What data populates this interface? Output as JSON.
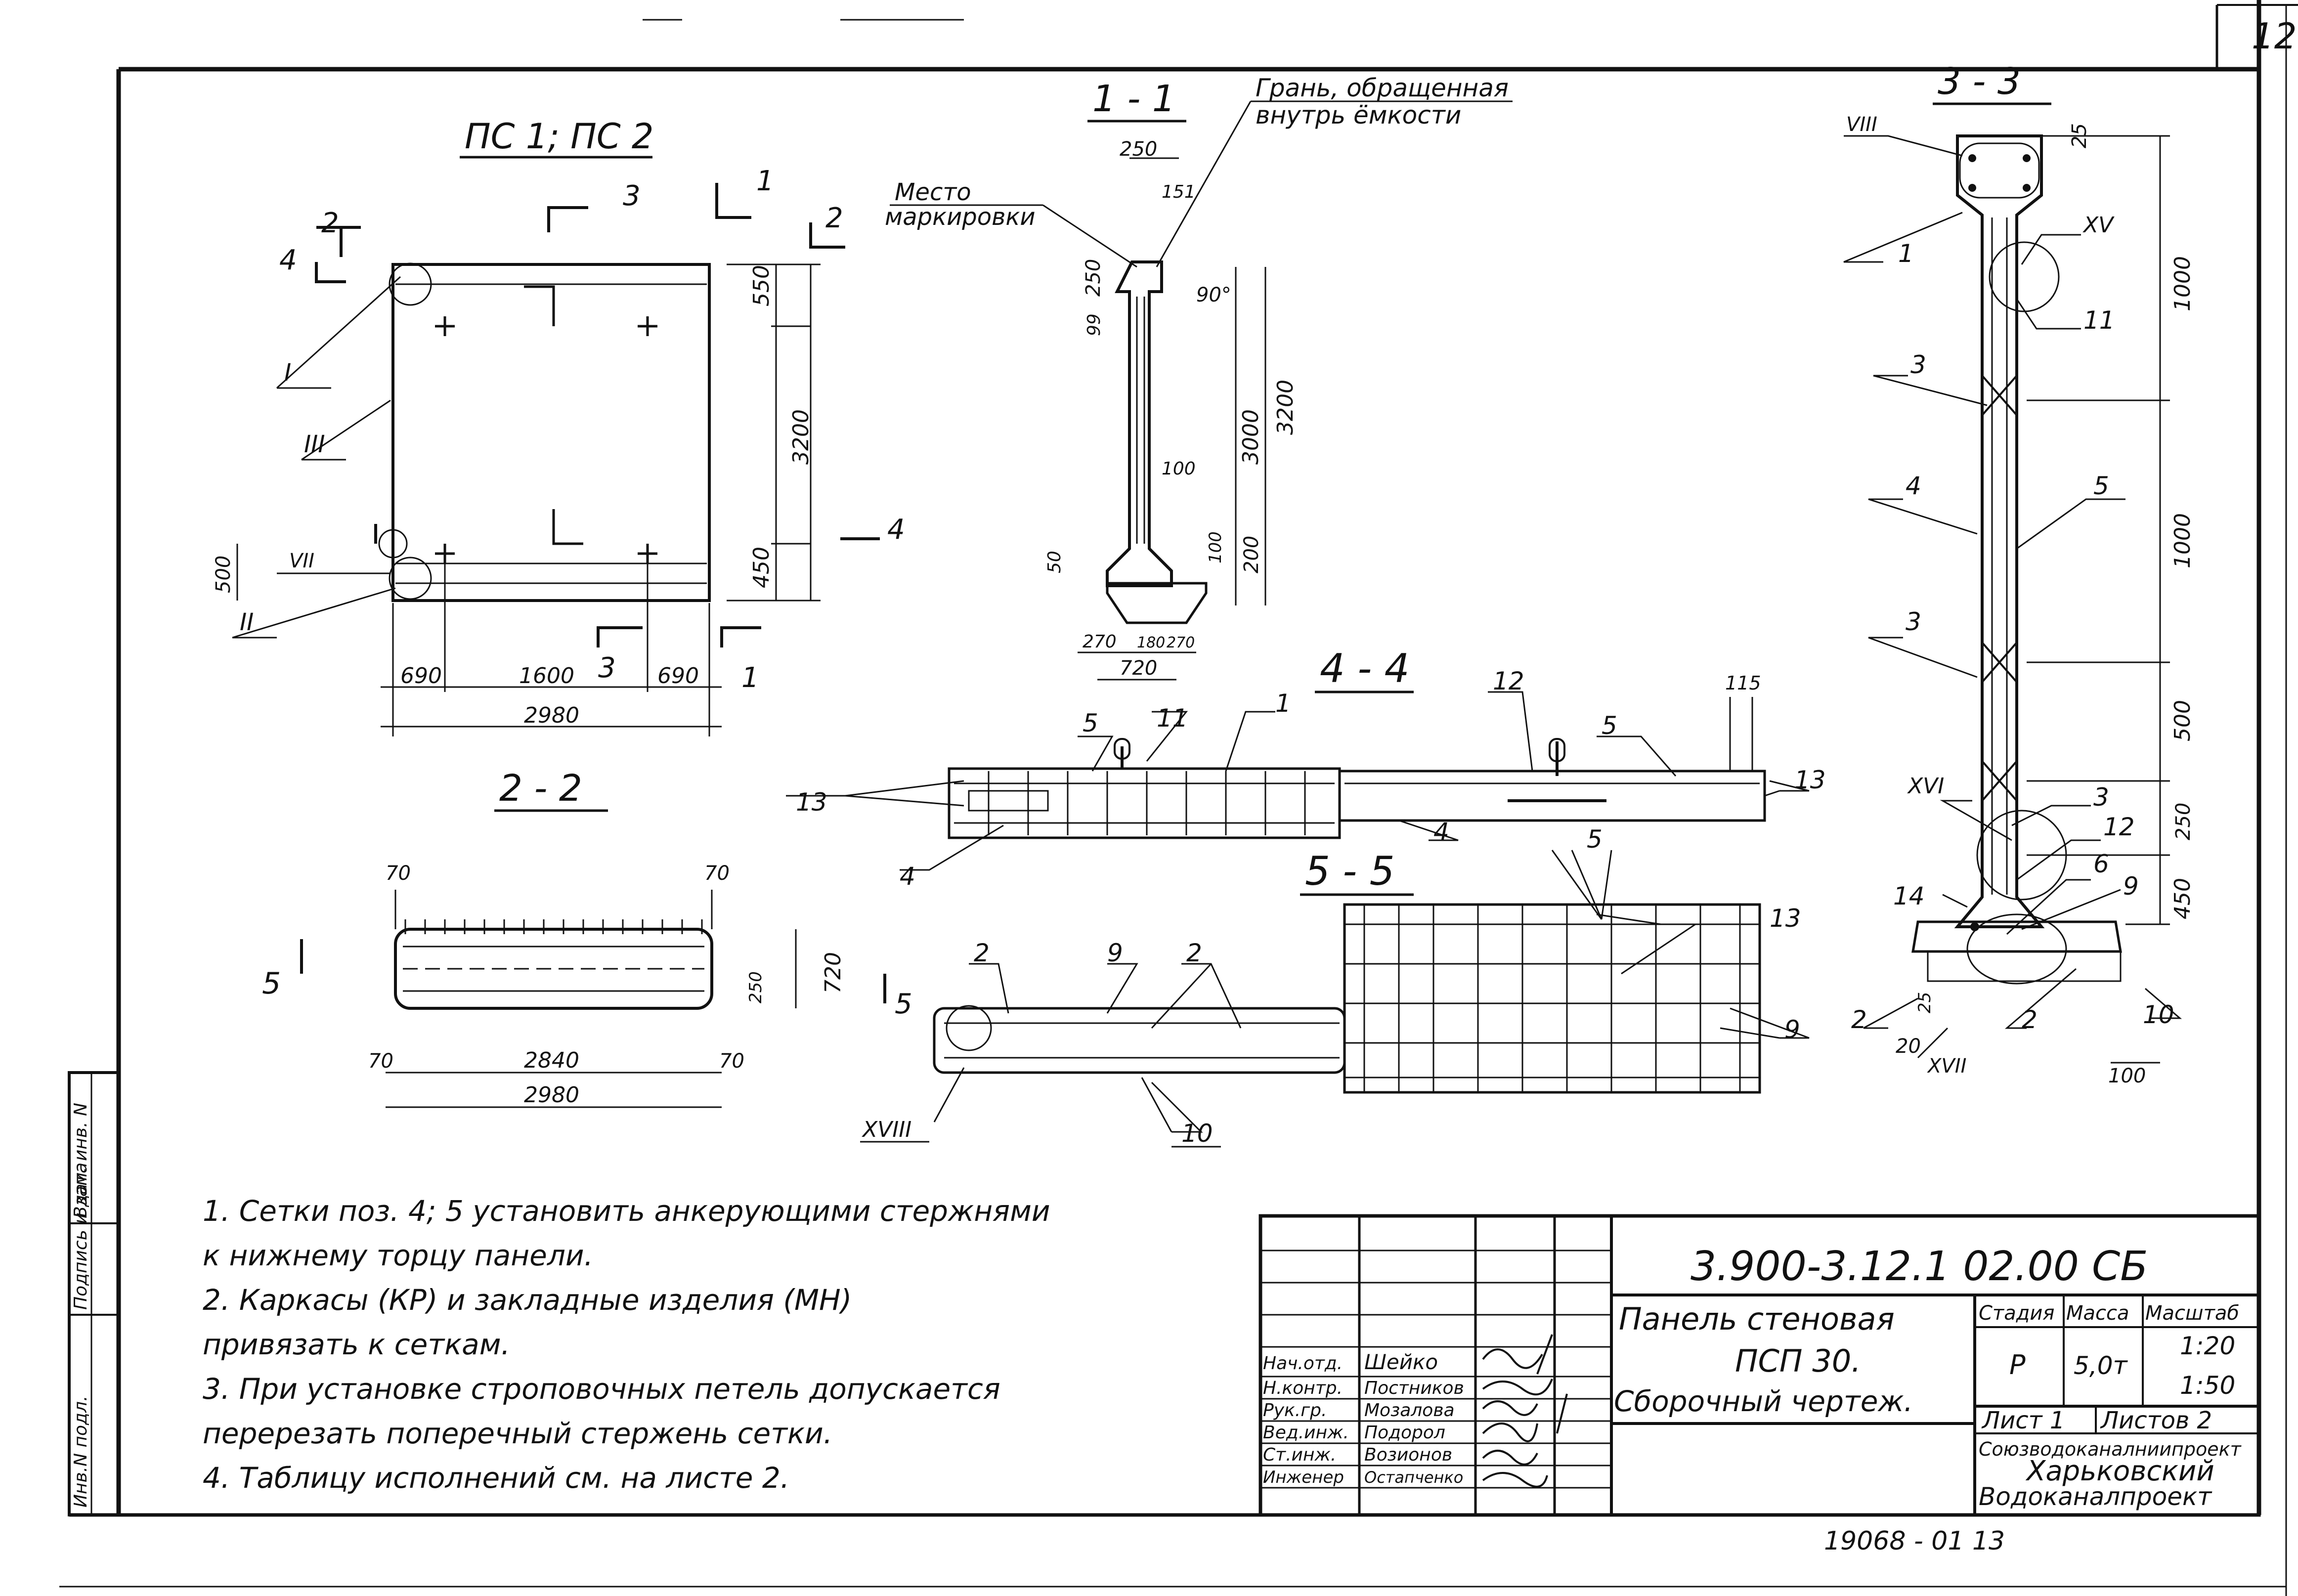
{
  "sheet": {
    "number": "12"
  },
  "views": {
    "main_title": "ПС 1; ПС 2",
    "sec_1_1": "1 - 1",
    "sec_2_2": "2 - 2",
    "sec_3_3": "3 - 3",
    "sec_4_4": "4 - 4",
    "sec_5_5": "5 - 5"
  },
  "annotations": {
    "face_line1": "Грань, обращенная",
    "face_line2": "внутрь ёмкости",
    "mark_line1": "Место",
    "mark_line2": "маркировки"
  },
  "cut_marks": {
    "c1": "1",
    "c2": "2",
    "c3": "3",
    "c4": "4",
    "c5": "5"
  },
  "roman": {
    "I": "I",
    "II": "II",
    "III": "III",
    "VII": "VII",
    "VIII": "VIII",
    "XV": "XV",
    "XVI": "XVI",
    "XVII": "XVII",
    "XVIII": "XVIII"
  },
  "dims": {
    "d550": "550",
    "d3200": "3200",
    "d500": "500",
    "d450": "450",
    "d690": "690",
    "d1600": "1600",
    "d2980": "2980",
    "d250": "250",
    "d151": "151",
    "d99": "99",
    "d90deg": "90°",
    "d3000": "3000",
    "d100": "100",
    "d50": "50",
    "d200": "200",
    "d270": "270",
    "d180": "180",
    "d720": "720",
    "d115": "115",
    "d70": "70",
    "d2840": "2840",
    "d1000": "1000",
    "d25": "25",
    "d20": "20"
  },
  "positions": {
    "p1": "1",
    "p2": "2",
    "p3": "3",
    "p4": "4",
    "p5": "5",
    "p6": "6",
    "p9": "9",
    "p10": "10",
    "p11": "11",
    "p12": "12",
    "p13": "13",
    "p14": "14"
  },
  "notes": [
    "1. Сетки поз. 4; 5 установить анкерующими стержнями",
    "к нижнему торцу панели.",
    "2. Каркасы (КР) и закладные изделия (МН)",
    "привязать к сеткам.",
    "3. При установке строповочных петель допускается",
    "перерезать поперечный стержень сетки.",
    "4. Таблицу исполнений см. на листе 2."
  ],
  "side_stamp": [
    "Инв.N подл.",
    "Подпись и дата",
    "Взам. инв. N"
  ],
  "title_block": {
    "doc_code": "3.900-3.12.1 02.00 СБ",
    "name_line1": "Панель стеновая",
    "name_line2": "ПСП 30.",
    "name_line3": "Сборочный чертеж.",
    "col_stage": "Стадия",
    "col_mass": "Масса",
    "col_scale": "Масштаб",
    "stage": "Р",
    "mass": "5,0т",
    "scale1": "1:20",
    "scale2": "1:50",
    "sheet": "Лист 1",
    "sheets": "Листов 2",
    "org1": "Союзводоканалниипроект",
    "org2": "Харьковский",
    "org3": "Водоканалпроект",
    "roles": [
      {
        "role": "Нач.отд.",
        "name": "Шейко"
      },
      {
        "role": "Н.контр.",
        "name": "Постников"
      },
      {
        "role": "Рук.гр.",
        "name": "Мозалова"
      },
      {
        "role": "Вед.инж.",
        "name": "Подорол"
      },
      {
        "role": "Ст.инж.",
        "name": "Возионов"
      },
      {
        "role": "Инженер",
        "name": "Остапченко"
      }
    ]
  },
  "footer_code": "19068 - 01 13"
}
